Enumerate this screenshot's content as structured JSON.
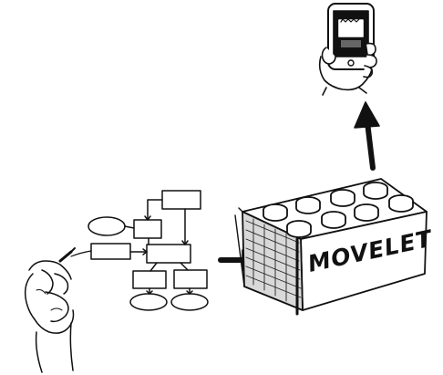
{
  "illustration": {
    "brick_label": "MOVELET",
    "icons": [
      "drawing-hand",
      "flowchart",
      "lego-brick",
      "phone-in-hand"
    ],
    "ink_color": "#111111",
    "paper_color": "#ffffff"
  }
}
